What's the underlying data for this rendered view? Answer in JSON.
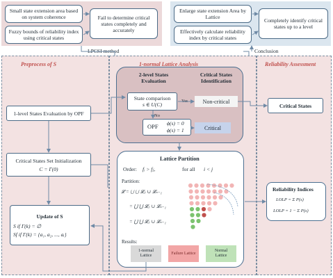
{
  "top_left": {
    "card1": "Small state extension area based on system coherence",
    "card2": "Fuzzy bounds of reliability index using critical states",
    "card3": "Fail to determine critical states completely and accurately"
  },
  "top_right": {
    "card1": "Enlarge state extension Area by Lattice",
    "card2": "Effectively calculate reliability index by critical states",
    "card3": "Completely identify critical states up to a level"
  },
  "labels": {
    "lpcsi": "LPCSI method",
    "conclusion": "Conclusion",
    "preprocess": "Preprocess of S",
    "lattice_analysis": "1-normal Lattice Analysis",
    "reliability_assessment": "Reliability Assessment"
  },
  "left": {
    "eval": "1-level States Evaluation by OPF",
    "init_title": "Critical States Set Initialization",
    "init_formula": "C = Γ(0)",
    "update_title": "Update of  S",
    "update_line1": "S     if  Γ(k) = ∅",
    "update_line2": "Sf   if  Γ(k) = {a₁, a₂, ..., aᵢ}"
  },
  "eval2": {
    "title1": "2-level States",
    "title2": "Evaluation",
    "crit1": "Critical States",
    "crit2": "Identification",
    "comparison": "State comparison",
    "comparison_formula": "s ∈ U(C)",
    "yes": "Yes",
    "no": "No",
    "opf": "OPF",
    "phi0": "ϕ(s) = 0",
    "phi1": "ϕ(s) = 1",
    "noncritical": "Non-critical",
    "critical": "Critical"
  },
  "lattice": {
    "title": "Lattice Partition",
    "order_label": "Order:",
    "order_formula": "fᵢ > fⱼ,",
    "for_all": "for all",
    "cond": "i < j",
    "partition_label": "Partition:",
    "eq1": "𝓛  =  ⋃ ⋃ 𝓛ᵢⱼ ∪ 𝓛ₙ₋₁",
    "eq2": "=  ⋃ ⋃ 𝓛ᵢⱼ ∪ 𝓛ₙ₋₁",
    "eq3": "=  ⋃ ⋃ 𝓛ᵢⱼ ∪ 𝓛ₙ₋₁",
    "results_label": "Results:",
    "result1": "1-normal Lattice",
    "result2": "Failure Lattice",
    "result3": "Normal Lattice"
  },
  "right": {
    "critical_states": "Critical States",
    "indices_title": "Reliability Indices",
    "lolp1": "LOLP = Σ P(s)",
    "lolp2": "LOLP = 1 − Σ P(s)"
  },
  "colors": {
    "pink_panel": "#ecd9da",
    "blue_panel": "#dbe6ef",
    "section_title": "#c0504d",
    "critical_fill": "#c6d3eb",
    "failure_fill": "#f2a6a6",
    "normal_fill": "#bfe2b8",
    "onenormal_fill": "#d9d9d9"
  }
}
